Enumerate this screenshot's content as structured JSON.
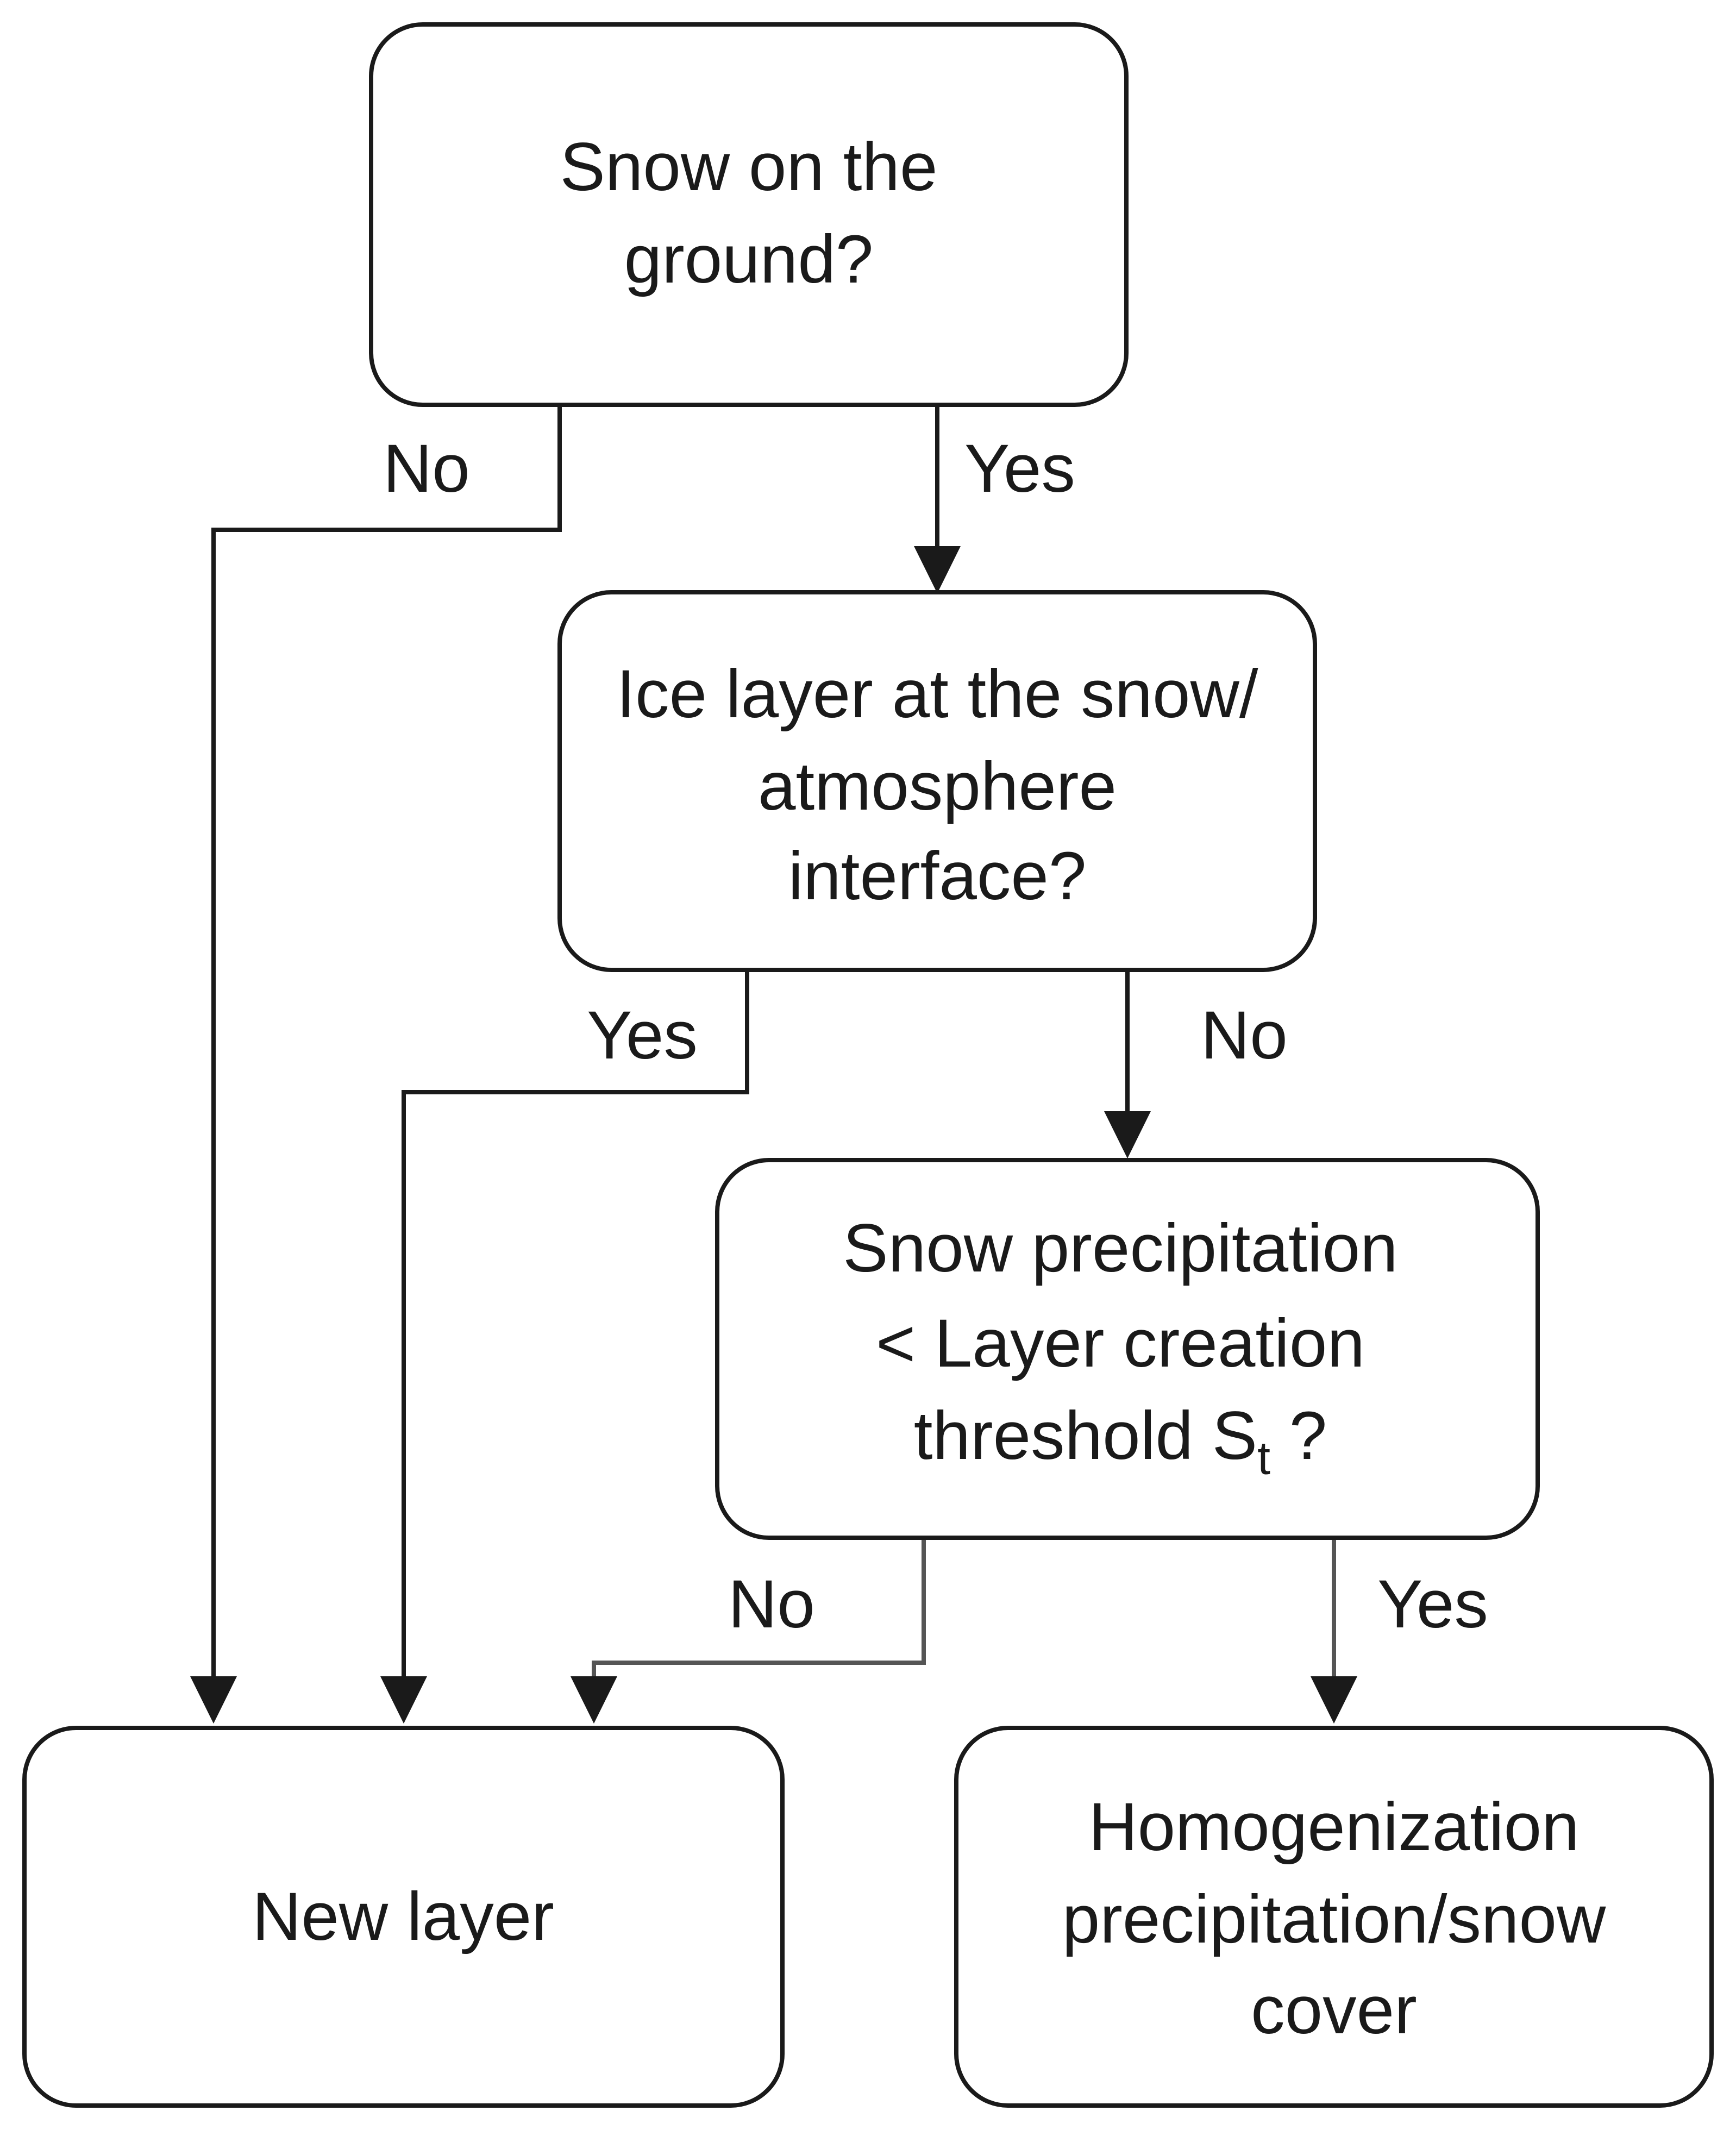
{
  "nodes": {
    "snow_on_ground": {
      "lines": [
        "Snow on the",
        "ground?"
      ]
    },
    "ice_layer": {
      "lines": [
        "Ice layer at the snow/",
        "atmosphere",
        "interface?"
      ]
    },
    "snow_precip": {
      "line1": "Snow precipitation",
      "line2": "< Layer creation",
      "line3_text": "threshold S",
      "line3_subscript": "t",
      "line3_suffix": " ?"
    },
    "new_layer": {
      "lines": [
        "New layer"
      ]
    },
    "homogenization": {
      "lines": [
        "Homogenization",
        "precipitation/snow",
        "cover"
      ]
    }
  },
  "edges": {
    "ground_no": "No",
    "ground_yes": "Yes",
    "ice_yes": "Yes",
    "ice_no": "No",
    "precip_no": "No",
    "precip_yes": "Yes"
  }
}
